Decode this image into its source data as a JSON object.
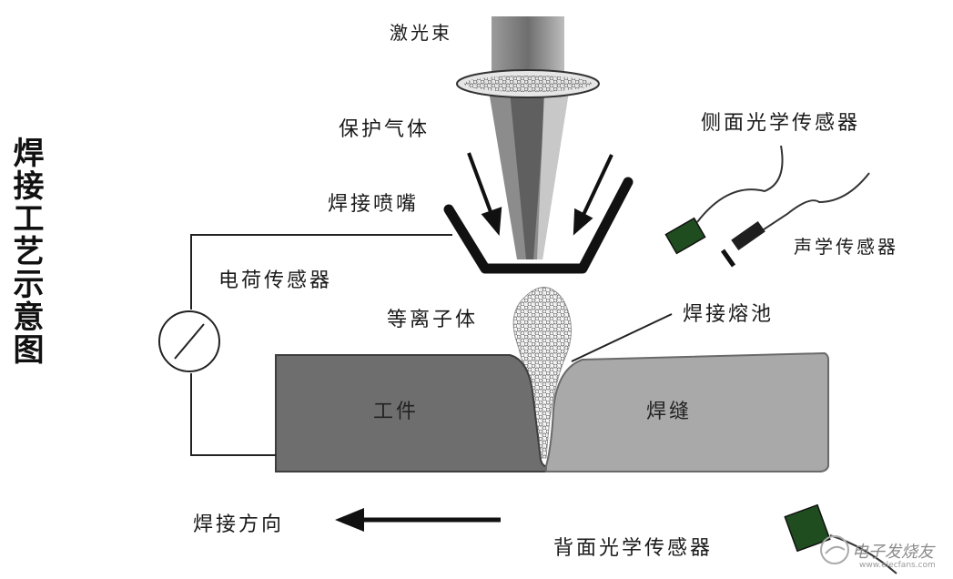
{
  "title": "焊接工艺示意图",
  "labels": {
    "laser_beam": "激光束",
    "shield_gas": "保护气体",
    "nozzle": "焊接喷嘴",
    "side_optical_sensor": "侧面光学传感器",
    "acoustic_sensor": "声学传感器",
    "charge_sensor": "电荷传感器",
    "plasma": "等离子体",
    "weld_pool": "焊接熔池",
    "workpiece": "工件",
    "weld_seam": "焊缝",
    "weld_direction": "焊接方向",
    "back_optical_sensor": "背面光学传感器"
  },
  "watermark": {
    "text": "电子发烧友",
    "url": "www.elecfans.com"
  },
  "colors": {
    "workpiece": "#6e6e6e",
    "weld_seam": "#a9a9a9",
    "sensor": "#1f4d1f",
    "nozzle": "#111111"
  }
}
